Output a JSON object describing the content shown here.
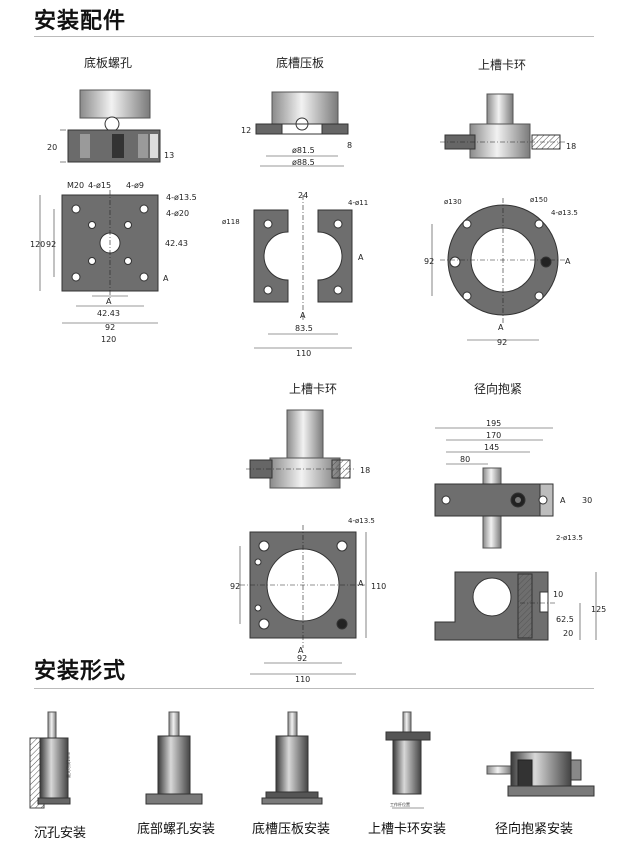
{
  "titles": {
    "accessories": "安装配件",
    "mounting": "安装形式"
  },
  "parts": {
    "base_screw": {
      "label": "底板螺孔",
      "dims": {
        "side_h": "20",
        "side_r": "13",
        "m20": "M20",
        "holes15": "4-ø15",
        "holes9": "4-ø9",
        "holes135": "4-ø13.5",
        "holes20": "4-ø20",
        "h120": "120",
        "h92": "92",
        "r4243": "42.43",
        "b4243": "42.43",
        "b92": "92",
        "b120": "120",
        "sec": "A"
      }
    },
    "groove_plate": {
      "label": "底槽压板",
      "dims": {
        "side_h": "12",
        "side_r": "8",
        "d815": "ø81.5",
        "d885": "ø88.5",
        "top24": "24",
        "holes11": "4-ø11",
        "d118": "ø118",
        "b835": "83.5",
        "b110": "110",
        "sec": "A"
      }
    },
    "clamp_ring_top": {
      "label": "上槽卡环",
      "dims": {
        "side_r": "18",
        "d130": "ø130",
        "d150": "ø150",
        "holes135": "4-ø13.5",
        "h92": "92",
        "b92": "92",
        "sec": "A"
      }
    },
    "clamp_ring_mid": {
      "label": "上槽卡环",
      "dims": {
        "side_r": "18",
        "holes135": "4-ø13.5",
        "h92": "92",
        "r110": "110",
        "b92": "92",
        "b110": "110",
        "sec": "A"
      }
    },
    "radial_clamp": {
      "label": "径向抱紧",
      "dims": {
        "w195": "195",
        "w170": "170",
        "w145": "145",
        "w80": "80",
        "r30": "30",
        "holes135": "2-ø13.5",
        "h10": "10",
        "h125": "125",
        "h625": "62.5",
        "h20": "20",
        "sec": "A"
      }
    }
  },
  "mounting_types": [
    {
      "label": "沉孔安装",
      "note": "最大可调1mm"
    },
    {
      "label": "底部螺孔安装"
    },
    {
      "label": "底槽压板安装"
    },
    {
      "label": "上槽卡环安装",
      "note": "工作杆位置"
    },
    {
      "label": "径向抱紧安装"
    }
  ]
}
